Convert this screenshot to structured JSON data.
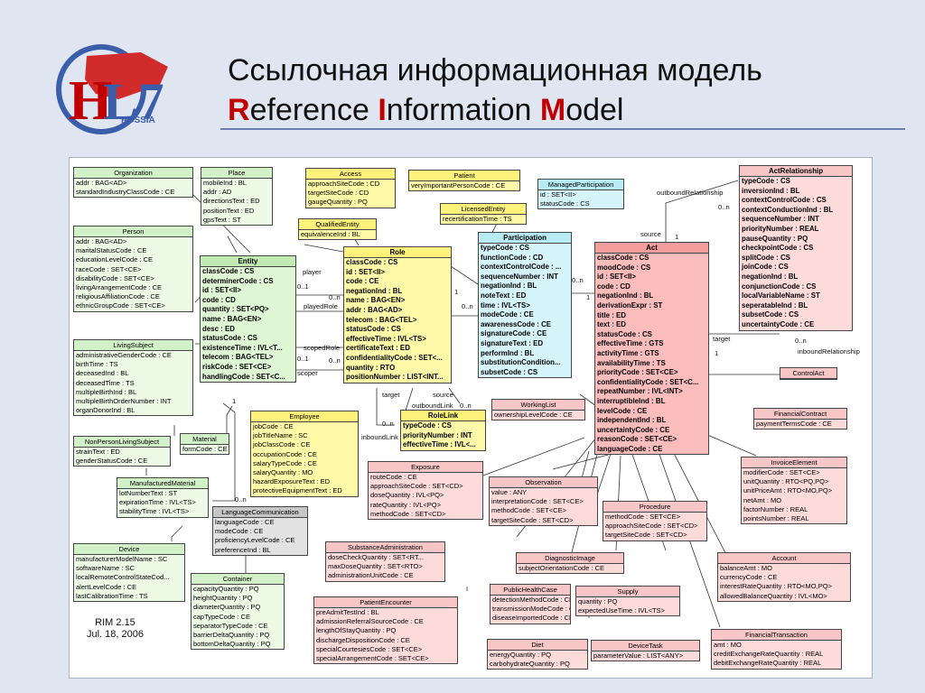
{
  "title_ru": "Ссылочная информационная модель",
  "title_en_parts": [
    "R",
    "eference ",
    "I",
    "nformation ",
    "M",
    "odel"
  ],
  "logo": {
    "text": "RUSSIA",
    "letters": "HL7",
    "colors": {
      "map": "#d22b2b",
      "circle": "#3a5ea9",
      "ring": "#dfe5f1"
    }
  },
  "rim_version": "RIM 2.15",
  "rim_date": "Jul. 18, 2006",
  "colors": {
    "background": "#dfe5f1",
    "entity": "#dff6d4",
    "role": "#fff9a8",
    "participation": "#d5f5fb",
    "act": "#fbbcbc",
    "other": "#e2e2e2"
  },
  "classes": {
    "organization": {
      "name": "Organization",
      "attrs": [
        "addr : BAG<AD>",
        "standardIndustryClassCode : CE"
      ]
    },
    "place": {
      "name": "Place",
      "attrs": [
        "mobileInd : BL",
        "addr : AD",
        "directionsText : ED",
        "positionText : ED",
        "gpsText : ST"
      ]
    },
    "person": {
      "name": "Person",
      "attrs": [
        "addr : BAG<AD>",
        "maritalStatusCode : CE",
        "educationLevelCode : CE",
        "raceCode : SET<CE>",
        "disabilityCode : SET<CE>",
        "livingArrangementCode : CE",
        "religiousAffiliationCode : CE",
        "ethnicGroupCode : SET<CE>"
      ]
    },
    "entity": {
      "name": "Entity",
      "attrs": [
        "classCode : CS",
        "determinerCode : CS",
        "id : SET<II>",
        "code : CD",
        "quantity : SET<PQ>",
        "name : BAG<EN>",
        "desc : ED",
        "statusCode : CS",
        "existenceTime : IVL<T...",
        "telecom : BAG<TEL>",
        "riskCode : SET<CE>",
        "handlingCode : SET<C..."
      ]
    },
    "livingSubject": {
      "name": "LivingSubject",
      "attrs": [
        "administrativeGenderCode : CE",
        "birthTime : TS",
        "deceasedInd : BL",
        "deceasedTime : TS",
        "multipleBirthInd : BL",
        "multipleBirthOrderNumber : INT",
        "organDonorInd : BL"
      ]
    },
    "nonPersonLivingSubject": {
      "name": "NonPersonLivingSubject",
      "attrs": [
        "strainText : ED",
        "genderStatusCode : CE"
      ]
    },
    "material": {
      "name": "Material",
      "attrs": [
        "formCode : CE"
      ]
    },
    "manufacturedMaterial": {
      "name": "ManufacturedMaterial",
      "attrs": [
        "lotNumberText : ST",
        "expirationTime : IVL<TS>",
        "stabilityTime : IVL<TS>"
      ]
    },
    "device": {
      "name": "Device",
      "attrs": [
        "manufacturerModelName : SC",
        "softwareName : SC",
        "localRemoteControlStateCod...",
        "alertLevelCode : CE",
        "lastCalibrationTime : TS"
      ]
    },
    "container": {
      "name": "Container",
      "attrs": [
        "capacityQuantity : PQ",
        "heightQuantity : PQ",
        "diameterQuantity : PQ",
        "capTypeCode : CE",
        "separatorTypeCode : CE",
        "barrierDeltaQuantity : PQ",
        "bottomDeltaQuantity : PQ"
      ]
    },
    "access": {
      "name": "Access",
      "attrs": [
        "approachSiteCode : CD",
        "targetSiteCode : CD",
        "gaugeQuantity : PQ"
      ]
    },
    "qualifiedEntity": {
      "name": "QualifiedEntity",
      "attrs": [
        "equivalenceInd : BL"
      ]
    },
    "patient": {
      "name": "Patient",
      "attrs": [
        "veryImportantPersonCode : CE"
      ]
    },
    "licensedEntity": {
      "name": "LicensedEntity",
      "attrs": [
        "recertificationTime : TS"
      ]
    },
    "managedParticipation": {
      "name": "ManagedParticipation",
      "attrs": [
        "id : SET<II>",
        "statusCode : CS"
      ]
    },
    "role": {
      "name": "Role",
      "attrs": [
        "classCode : CS",
        "id : SET<II>",
        "code : CE",
        "negationInd : BL",
        "name : BAG<EN>",
        "addr : BAG<AD>",
        "telecom : BAG<TEL>",
        "statusCode : CS",
        "effectiveTime : IVL<TS>",
        "certificateText : ED",
        "confidentialityCode : SET<...",
        "quantity : RTO",
        "positionNumber : LIST<INT..."
      ]
    },
    "participation": {
      "name": "Participation",
      "attrs": [
        "typeCode : CS",
        "functionCode : CD",
        "contextControlCode : ...",
        "sequenceNumber : INT",
        "negationInd : BL",
        "noteText : ED",
        "time : IVL<TS>",
        "modeCode : CE",
        "awarenessCode : CE",
        "signatureCode : CE",
        "signatureText : ED",
        "performInd : BL",
        "substitutionCondition...",
        "subsetCode : CS"
      ]
    },
    "employee": {
      "name": "Employee",
      "attrs": [
        "jobCode : CE",
        "jobTitleName : SC",
        "jobClassCode : CE",
        "occupationCode : CE",
        "salaryTypeCode : CE",
        "salaryQuantity : MO",
        "hazardExposureText : ED",
        "protectiveEquipmentText : ED"
      ]
    },
    "roleLink": {
      "name": "RoleLink",
      "attrs": [
        "typeCode : CS",
        "priorityNumber : INT",
        "effectiveTime : IVL<..."
      ]
    },
    "languageCommunication": {
      "name": "LanguageCommunication",
      "attrs": [
        "languageCode : CE",
        "modeCode : CE",
        "proficiencyLevelCode : CE",
        "preferenceInd : BL"
      ]
    },
    "actRelationship": {
      "name": "ActRelationship",
      "attrs": [
        "typeCode : CS",
        "inversionInd : BL",
        "contextControlCode : CS",
        "contextConductionInd : BL",
        "sequenceNumber : INT",
        "priorityNumber : REAL",
        "pauseQuantity : PQ",
        "checkpointCode : CS",
        "splitCode : CS",
        "joinCode : CS",
        "negationInd : BL",
        "conjunctionCode : CS",
        "localVariableName : ST",
        "seperatableInd : BL",
        "subsetCode : CS",
        "uncertaintyCode : CE"
      ]
    },
    "act": {
      "name": "Act",
      "attrs": [
        "classCode : CS",
        "moodCode : CS",
        "id : SET<II>",
        "code : CD",
        "negationInd : BL",
        "derivationExpr : ST",
        "title : ED",
        "text : ED",
        "statusCode : CS",
        "effectiveTime : GTS",
        "activityTime : GTS",
        "availabilityTime : TS",
        "priorityCode : SET<CE>",
        "confidentialityCode : SET<C...",
        "repeatNumber : IVL<INT>",
        "interruptibleInd : BL",
        "levelCode : CE",
        "independentInd : BL",
        "uncertaintyCode : CE",
        "reasonCode : SET<CE>",
        "languageCode : CE"
      ]
    },
    "workingList": {
      "name": "WorkingList",
      "attrs": [
        "ownershipLevelCode : CE"
      ]
    },
    "controlAct": {
      "name": "ControlAct",
      "attrs": []
    },
    "financialContract": {
      "name": "FinancialContract",
      "attrs": [
        "paymentTermsCode : CE"
      ]
    },
    "invoiceElement": {
      "name": "InvoiceElement",
      "attrs": [
        "modifierCode : SET<CE>",
        "unitQuantity : RTO<PQ,PQ>",
        "unitPriceAmt : RTO<MO,PQ>",
        "netAmt : MO",
        "factorNumber : REAL",
        "pointsNumber : REAL"
      ]
    },
    "exposure": {
      "name": "Exposure",
      "attrs": [
        "routeCode : CE",
        "approachSiteCode : SET<CD>",
        "doseQuantity : IVL<PQ>",
        "rateQuantity : IVL<PQ>",
        "methodCode : SET<CD>"
      ]
    },
    "observation": {
      "name": "Observation",
      "attrs": [
        "value : ANY",
        "interpretationCode : SET<CE>",
        "methodCode : SET<CE>",
        "targetSiteCode : SET<CD>"
      ]
    },
    "procedure": {
      "name": "Procedure",
      "attrs": [
        "methodCode : SET<CE>",
        "approachSiteCode : SET<CD>",
        "targetSiteCode : SET<CD>"
      ]
    },
    "substanceAdministration": {
      "name": "SubstanceAdministration",
      "attrs": [
        "doseCheckQuantity : SET<RT...",
        "maxDoseQuantity : SET<RTO>",
        "administrationUnitCode : CE"
      ]
    },
    "diagnosticImage": {
      "name": "DiagnosticImage",
      "attrs": [
        "subjectOrientationCode : CE"
      ]
    },
    "account": {
      "name": "Account",
      "attrs": [
        "balanceAmt : MO",
        "currencyCode : CE",
        "interestRateQuantity : RTO<MO,PQ>",
        "allowedBalanceQuantity : IVL<MO>"
      ]
    },
    "publicHealthCase": {
      "name": "PublicHealthCase",
      "attrs": [
        "detectionMethodCode : CE",
        "transmissionModeCode : CE",
        "diseaseImportedCode : CE"
      ]
    },
    "supply": {
      "name": "Supply",
      "attrs": [
        "quantity : PQ",
        "expectedUseTime : IVL<TS>"
      ]
    },
    "patientEncounter": {
      "name": "PatientEncounter",
      "attrs": [
        "preAdmitTestInd : BL",
        "admissionReferralSourceCode : CE",
        "lengthOfStayQuantity : PQ",
        "dischargeDispositionCode : CE",
        "specialCourtesiesCode : SET<CE>",
        "specialArrangementCode : SET<CE>"
      ]
    },
    "diet": {
      "name": "Diet",
      "attrs": [
        "energyQuantity : PQ",
        "carbohydrateQuantity : PQ"
      ]
    },
    "deviceTask": {
      "name": "DeviceTask",
      "attrs": [
        "parameterValue : LIST<ANY>"
      ]
    },
    "financialTransaction": {
      "name": "FinancialTransaction",
      "attrs": [
        "amt : MO",
        "creditExchangeRateQuantity : REAL",
        "debitExchangeRateQuantity : REAL"
      ]
    }
  },
  "labels": {
    "player": "player",
    "playedRole": "playedRole",
    "scopedRole": "scopedRole",
    "scoper": "scoper",
    "target": "target",
    "source": "source",
    "outboundLink": "outboundLink",
    "inboundLink": "inboundLink",
    "outboundRelationship": "outboundRelationship",
    "inboundRelationship": "inboundRelationship",
    "m1": "0..1",
    "mn": "0..n",
    "one": "1"
  }
}
